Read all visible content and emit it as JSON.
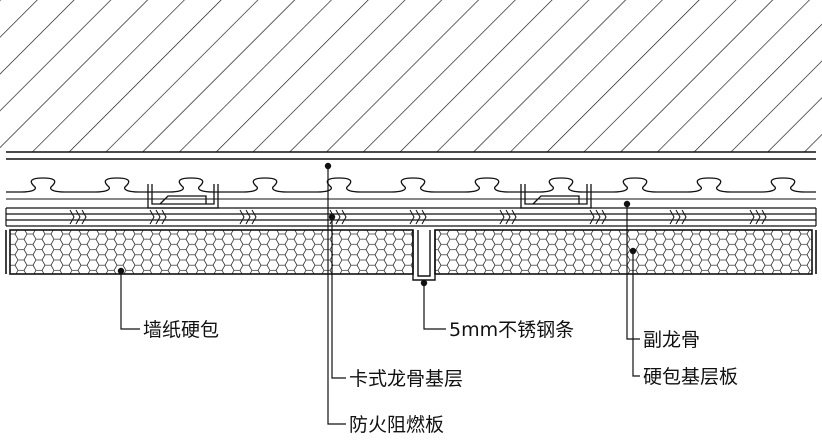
{
  "colors": {
    "line": "#111111",
    "background": "#ffffff"
  },
  "labels": {
    "wallpaper_hardpack": "墙纸硬包",
    "stainless_strip": "5mm不锈钢条",
    "secondary_keel": "副龙骨",
    "clip_keel_base": "卡式龙骨基层",
    "hardpack_base_board": "硬包基层板",
    "fireproof_board": "防火阻燃板"
  }
}
